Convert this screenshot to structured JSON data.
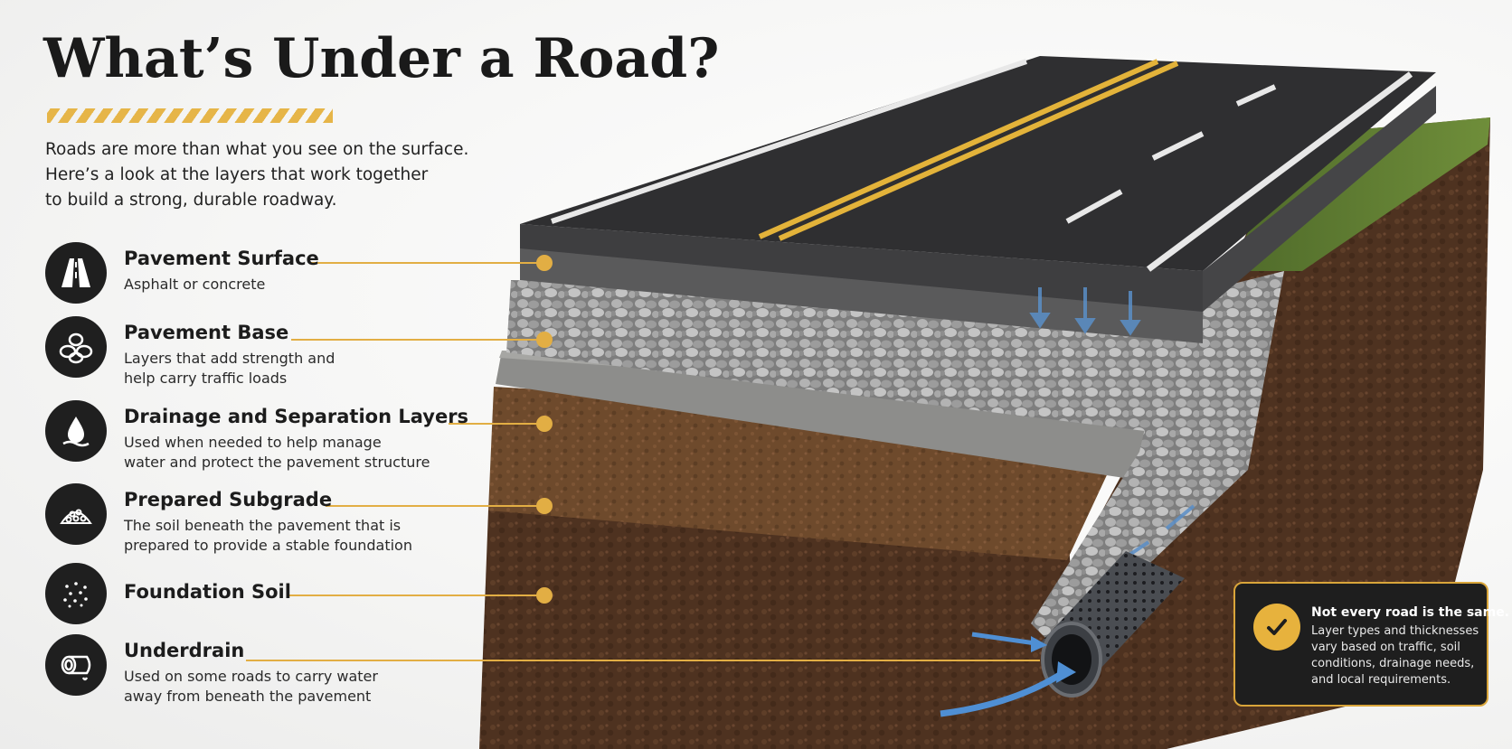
{
  "title": "What’s Under a Road?",
  "intro": [
    "Roads are more than what you see on the surface.",
    "Here’s a look at the layers that work together",
    "to build a strong, durable roadway."
  ],
  "layers": [
    {
      "name": "Pavement Surface",
      "desc": [
        "Asphalt or concrete"
      ],
      "icon": "road-icon"
    },
    {
      "name": "Pavement Base",
      "desc": [
        "Layers that add strength and",
        "help carry traffic loads"
      ],
      "icon": "stones-icon"
    },
    {
      "name": "Drainage and Separation Layers",
      "desc": [
        "Used when needed to help manage",
        "water and protect the pavement structure"
      ],
      "icon": "water-drop-icon"
    },
    {
      "name": "Prepared Subgrade",
      "desc": [
        "The soil beneath the pavement that is",
        "prepared to provide a stable foundation"
      ],
      "icon": "gravel-pile-icon"
    },
    {
      "name": "Foundation Soil",
      "desc": [],
      "icon": "soil-dots-icon"
    },
    {
      "name": "Underdrain",
      "desc": [
        "Used on some roads to carry water",
        "away from beneath the pavement"
      ],
      "icon": "pipe-icon"
    }
  ],
  "note": {
    "title": "Not every road is the same.",
    "body": [
      "Layer types and thicknesses",
      "vary based on traffic, soil",
      "conditions, drainage needs,",
      "and local requirements."
    ],
    "icon": "checkmark-icon"
  },
  "colors": {
    "accent": "#e7b23d",
    "icon_bg": "#1f1f1f",
    "asphalt": "#2f2f31",
    "soil": "#5a3a22"
  }
}
